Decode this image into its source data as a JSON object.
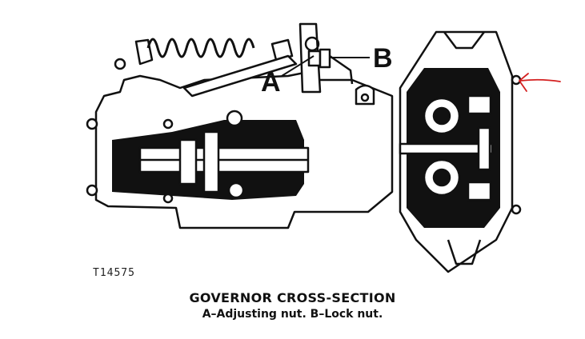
{
  "labels": {
    "a": "A",
    "b": "B"
  },
  "figure_id": "T14575",
  "caption": {
    "title": "GOVERNOR CROSS-SECTION",
    "subtitle": "A–Adjusting nut. B–Lock nut."
  },
  "colors": {
    "ink": "#111111",
    "paper": "#ffffff",
    "annotation_arrow": "#d42020"
  }
}
